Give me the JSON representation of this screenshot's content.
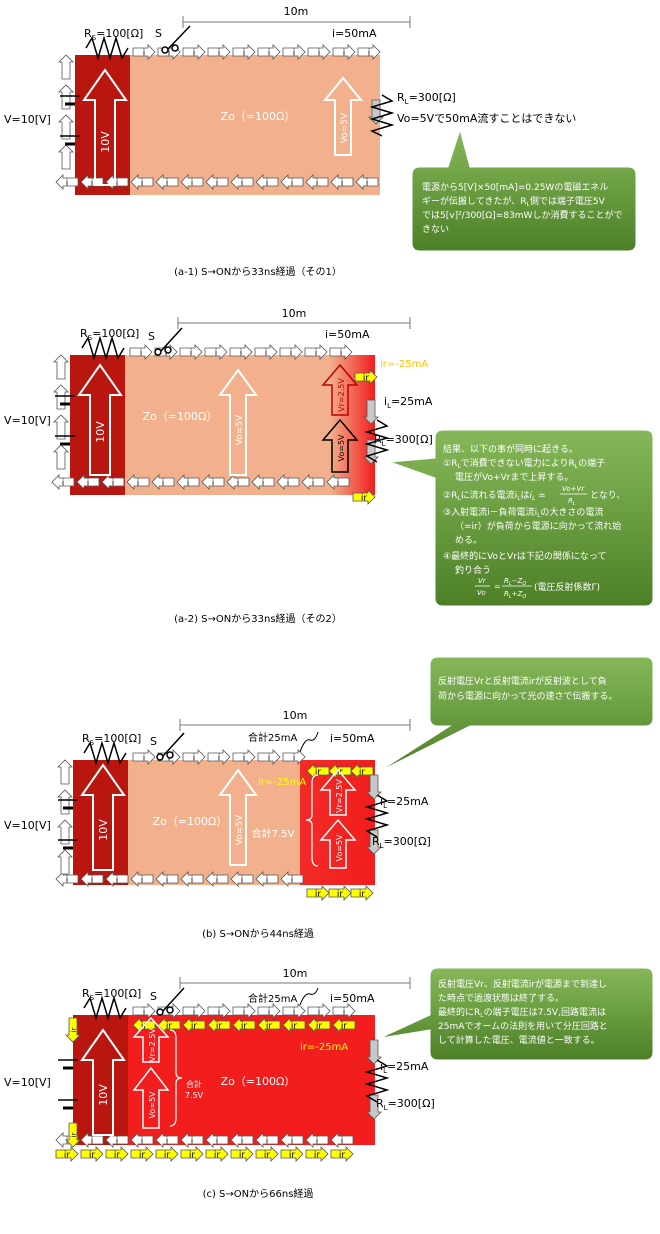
{
  "common": {
    "rs_label": "R",
    "rs_sub": "S",
    "rs_value": "=100[Ω]",
    "switch_label": "S",
    "length": "10m",
    "current": "i=50mA",
    "source": "V=10[V]",
    "rl_label": "R",
    "rl_sub": "L",
    "rl_value": "=300[Ω]",
    "arrow_i": "i",
    "arrow_ir": "ir",
    "il_label": "i",
    "il_sub": "L",
    "il_value": "=25mA",
    "v10": "10V",
    "zo": "Zo（=100Ω）",
    "vo": "Vo=5V",
    "vr": "Vr=2.5V",
    "ir_value": "ir=-25mA",
    "total_current": "合計25mA",
    "total_voltage": "合計7.5V",
    "total_small_1": "合計",
    "total_small_2": "7.5V"
  },
  "panels": {
    "a1": {
      "caption": "(a-1) S→ONから33ns経過（その1）",
      "note": "Vo=5Vで50mA流すことはできない",
      "callout": [
        "電源から5[V]×50[mA]=0.25Wの電磁エネル",
        "ギーが伝搬してきたが、R",
        "側では端子電圧5V",
        "では5[v]²/300[Ω]=83mWしか消費することがで",
        "きない"
      ]
    },
    "a2": {
      "caption": "(a-2) S→ONから33ns経過（その2）",
      "callout": [
        "結果、以下の事が同時に起きる。",
        "①R",
        "で消費できない電力によりR",
        "の端子",
        "電圧がVo+Vrまで上昇する。",
        "②R",
        "に流れる電流i",
        "は",
        "となり、",
        "③入射電流i－負荷電流i",
        "の大きさの電流",
        "（=ir）が負荷から電源に向かって流れ始",
        "める。",
        "④最終的にVoとVrは下記の関係になって",
        "釣り合う",
        "(電圧反射係数Γ)"
      ],
      "formula_il": "i",
      "formula_num": "Vo+Vr",
      "formula_den": "R",
      "formula_vr": "Vr",
      "formula_vo": "Vo",
      "formula_rlzo": "R",
      "formula_zo": "−Z",
      "formula_zo2": "+Z"
    },
    "b": {
      "caption": "(b) S→ONから44ns経過",
      "callout": [
        "反射電圧Vrと反射電流irが反射波として負",
        "荷から電源に向かって光の速さで伝搬する。"
      ]
    },
    "c": {
      "caption": "(c) S→ONから66ns経過",
      "callout": [
        "反射電圧Vr、反射電流irが電源まで到達し",
        "た時点で過渡状態は終了する。",
        "最終的にR",
        "の端子電圧は7.5V,回路電流は",
        "25mAでオームの法則を用いて分圧回路と",
        "して計算した電圧、電流値と一致する。"
      ]
    }
  },
  "colors": {
    "dark_red": "#b8160f",
    "salmon": "#f2b08c",
    "bright_red": "#f21d1d",
    "yellow": "#ffff00",
    "green": "#6f9e3e",
    "orange": "#ffc000"
  }
}
